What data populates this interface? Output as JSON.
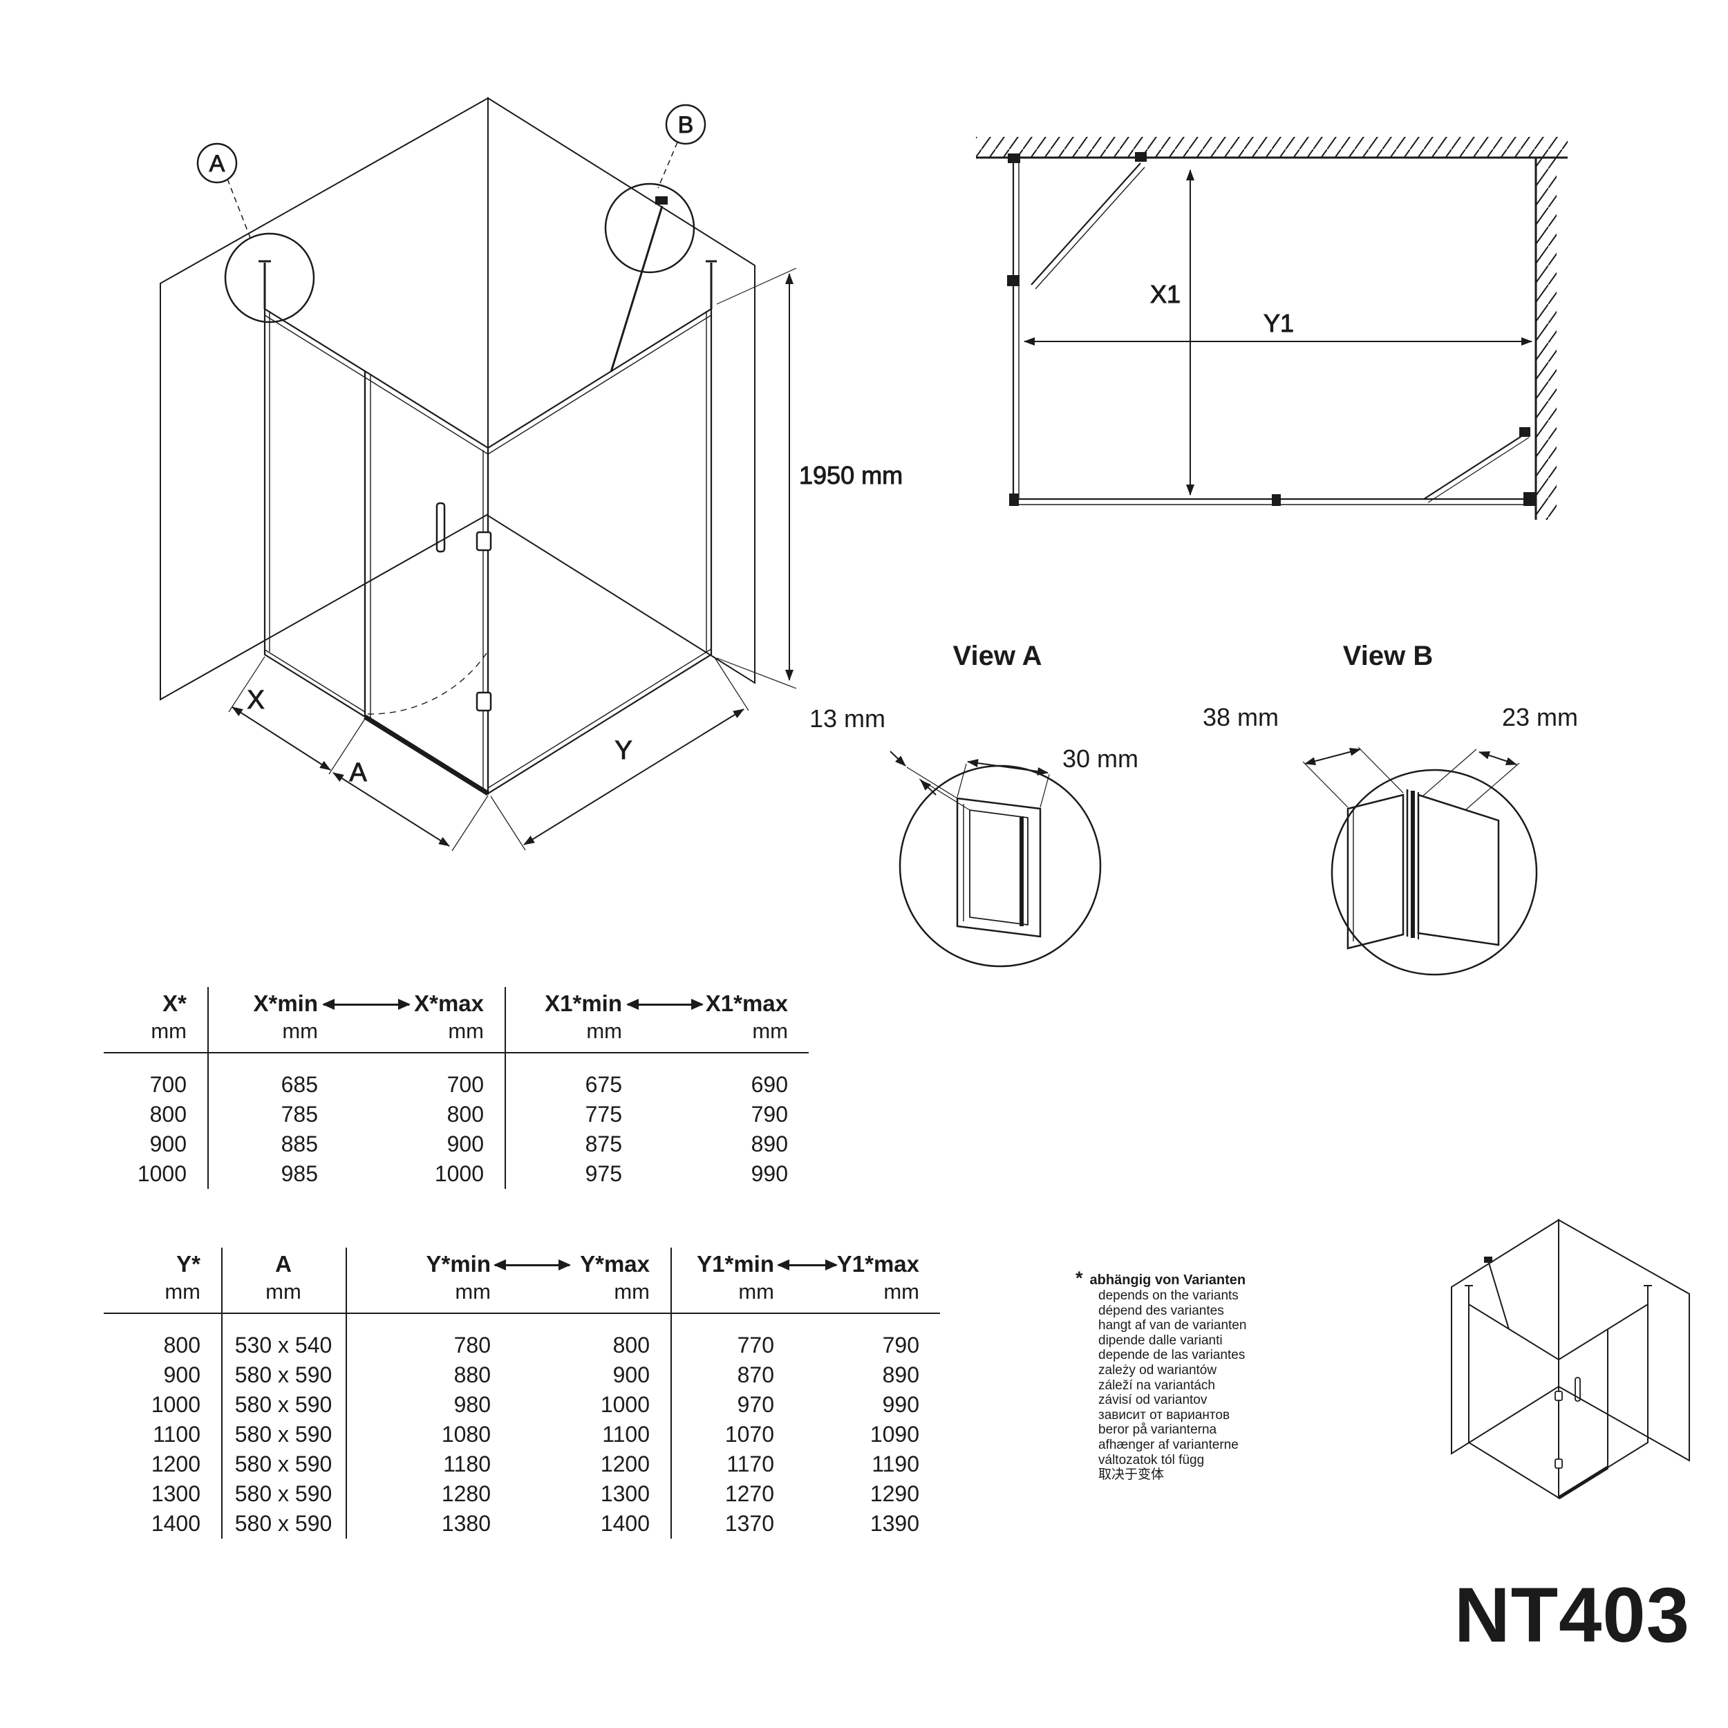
{
  "product": {
    "code": "NT403"
  },
  "iso": {
    "detail_a": "A",
    "detail_b": "B",
    "height": "1950 mm",
    "dim_x": "X",
    "dim_a": "A",
    "dim_y": "Y"
  },
  "plan": {
    "dim_x1": "X1",
    "dim_y1": "Y1"
  },
  "view_a": {
    "title": "View A",
    "d1": "13 mm",
    "d2": "30 mm"
  },
  "view_b": {
    "title": "View B",
    "d1": "38 mm",
    "d2": "23 mm"
  },
  "table_x": {
    "headers": [
      "X*",
      "X*min",
      "X*max",
      "X1*min",
      "X1*max"
    ],
    "unit": "mm",
    "rows": [
      [
        "700",
        "685",
        "700",
        "675",
        "690"
      ],
      [
        "800",
        "785",
        "800",
        "775",
        "790"
      ],
      [
        "900",
        "885",
        "900",
        "875",
        "890"
      ],
      [
        "1000",
        "985",
        "1000",
        "975",
        "990"
      ]
    ]
  },
  "table_y": {
    "headers": [
      "Y*",
      "A",
      "Y*min",
      "Y*max",
      "Y1*min",
      "Y1*max"
    ],
    "unit": "mm",
    "rows": [
      [
        "800",
        "530 x 540",
        "780",
        "800",
        "770",
        "790"
      ],
      [
        "900",
        "580 x 590",
        "880",
        "900",
        "870",
        "890"
      ],
      [
        "1000",
        "580 x 590",
        "980",
        "1000",
        "970",
        "990"
      ],
      [
        "1100",
        "580 x 590",
        "1080",
        "1100",
        "1070",
        "1090"
      ],
      [
        "1200",
        "580 x 590",
        "1180",
        "1200",
        "1170",
        "1190"
      ],
      [
        "1300",
        "580 x 590",
        "1280",
        "1300",
        "1270",
        "1290"
      ],
      [
        "1400",
        "580 x 590",
        "1380",
        "1400",
        "1370",
        "1390"
      ]
    ]
  },
  "footnote": {
    "star": "*",
    "title": "abhängig von Varianten",
    "translations": [
      "depends on the variants",
      "dépend des variantes",
      "hangt af van de varianten",
      "dipende dalle varianti",
      "depende de las variantes",
      "zależy od wariantów",
      "záleží na variantách",
      "závisí od variantov",
      "зависит от вариантов",
      "beror på varianterna",
      "afhænger af varianterne",
      "változatok tól függ",
      "取决于变体"
    ]
  }
}
